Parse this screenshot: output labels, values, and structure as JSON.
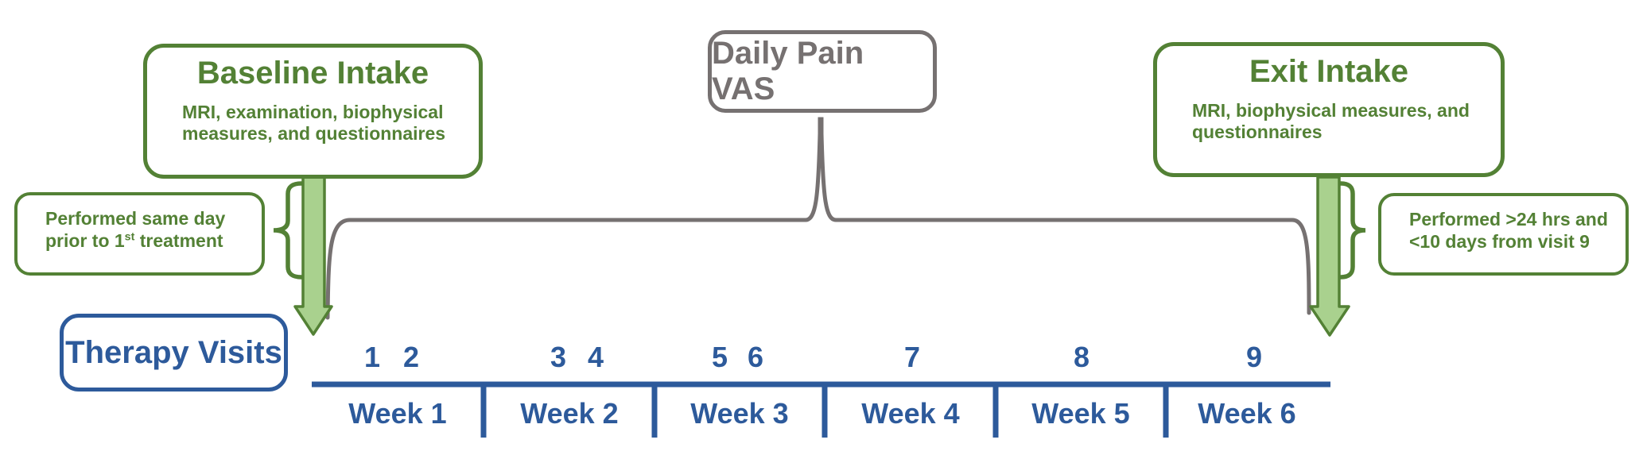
{
  "colors": {
    "green": "#538135",
    "light_green": "#a9d18e",
    "gray": "#767171",
    "blue": "#2d5a9b"
  },
  "boxes": {
    "baseline": {
      "title": "Baseline Intake",
      "lines": [
        "MRI, examination, biophysical",
        "measures, and questionnaires"
      ]
    },
    "daily_pain": {
      "title": "Daily Pain VAS"
    },
    "exit": {
      "title": "Exit Intake",
      "lines": [
        "MRI, biophysical measures, and",
        "questionnaires"
      ]
    },
    "left_note": {
      "line1": "Performed same day",
      "line2_pre": "prior to 1",
      "line2_sup": "st",
      "line2_post": " treatment"
    },
    "right_note": {
      "lines": [
        "Performed >24 hrs and",
        "<10 days from visit 9"
      ]
    },
    "therapy": {
      "title": "Therapy Visits"
    }
  },
  "timeline": {
    "visits": [
      {
        "label": "1"
      },
      {
        "label": "2"
      },
      {
        "label": "3"
      },
      {
        "label": "4"
      },
      {
        "label": "5"
      },
      {
        "label": "6"
      },
      {
        "label": "7"
      },
      {
        "label": "8"
      },
      {
        "label": "9"
      }
    ],
    "weeks": [
      {
        "label": "Week 1"
      },
      {
        "label": "Week 2"
      },
      {
        "label": "Week 3"
      },
      {
        "label": "Week 4"
      },
      {
        "label": "Week 5"
      },
      {
        "label": "Week 6"
      }
    ]
  }
}
